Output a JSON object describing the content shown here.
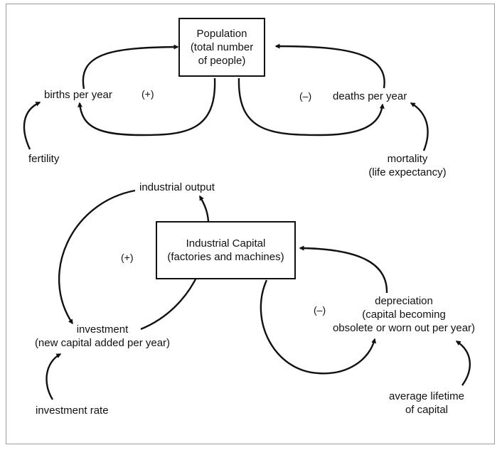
{
  "population_box": {
    "line1": "Population",
    "line2": "(total number",
    "line3": "of people)"
  },
  "births": "births per year",
  "deaths": "deaths per year",
  "fertility": "fertility",
  "mortality": {
    "line1": "mortality",
    "line2": "(life expectancy)"
  },
  "population_loops": {
    "positive": "(+)",
    "negative": "(–)"
  },
  "capital_box": {
    "line1": "Industrial Capital",
    "line2": "(factories and machines)"
  },
  "industrial_output": "industrial output",
  "investment": {
    "line1": "investment",
    "line2": "(new capital added per year)"
  },
  "investment_rate": "investment rate",
  "depreciation": {
    "line1": "depreciation",
    "line2": "(capital becoming",
    "line3": "obsolete or worn out per year)"
  },
  "lifetime": {
    "line1": "average lifetime",
    "line2": "of capital"
  },
  "capital_loops": {
    "positive": "(+)",
    "negative": "(–)"
  }
}
